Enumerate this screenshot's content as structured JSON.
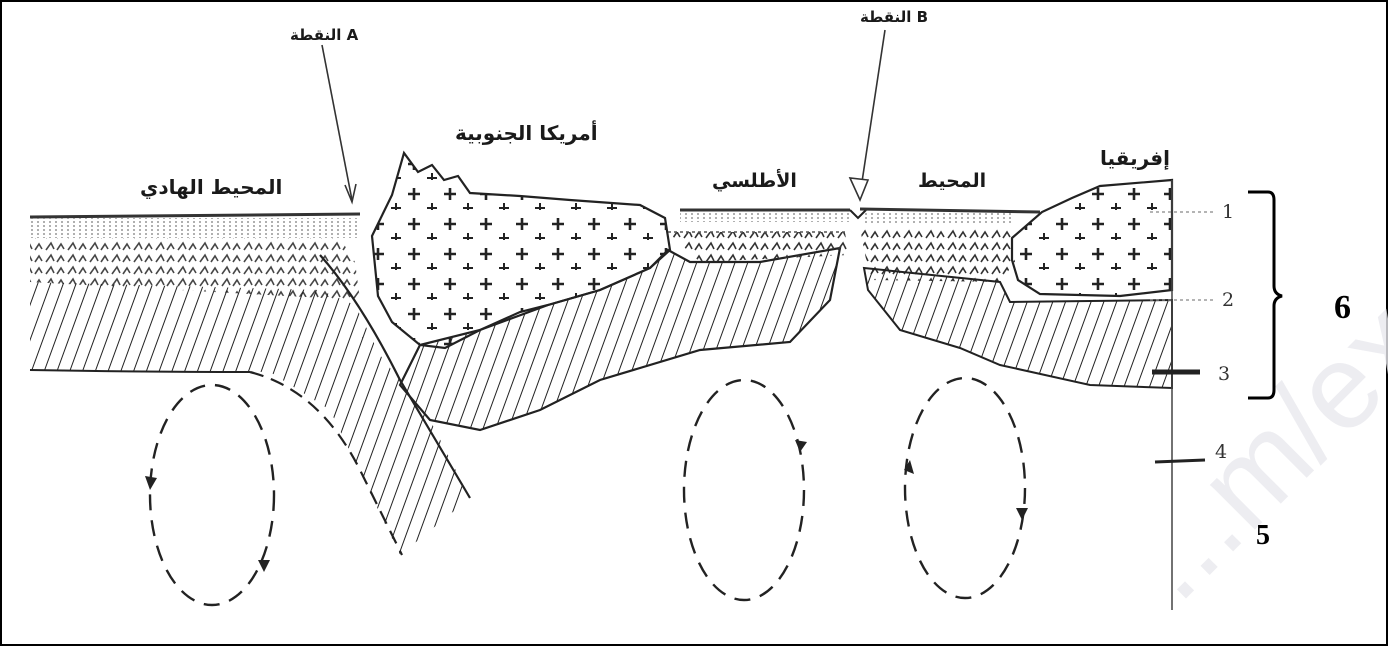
{
  "labels": {
    "point_a": "النقطة A",
    "point_b": "النقطة B",
    "south_america": "أمريكا الجنوبية",
    "pacific_ocean": "المحيط الهادي",
    "atlantic": "الأطلسي",
    "ocean": "المحيط",
    "africa": "إفريقيا"
  },
  "layer_numbers": [
    "1",
    "2",
    "3",
    "4"
  ],
  "callouts": {
    "six": "6",
    "five": "5"
  },
  "watermark": "...m/exams",
  "colors": {
    "ink": "#1a1a1a",
    "frame": "#000000",
    "watermark": "#e9e9ee"
  }
}
